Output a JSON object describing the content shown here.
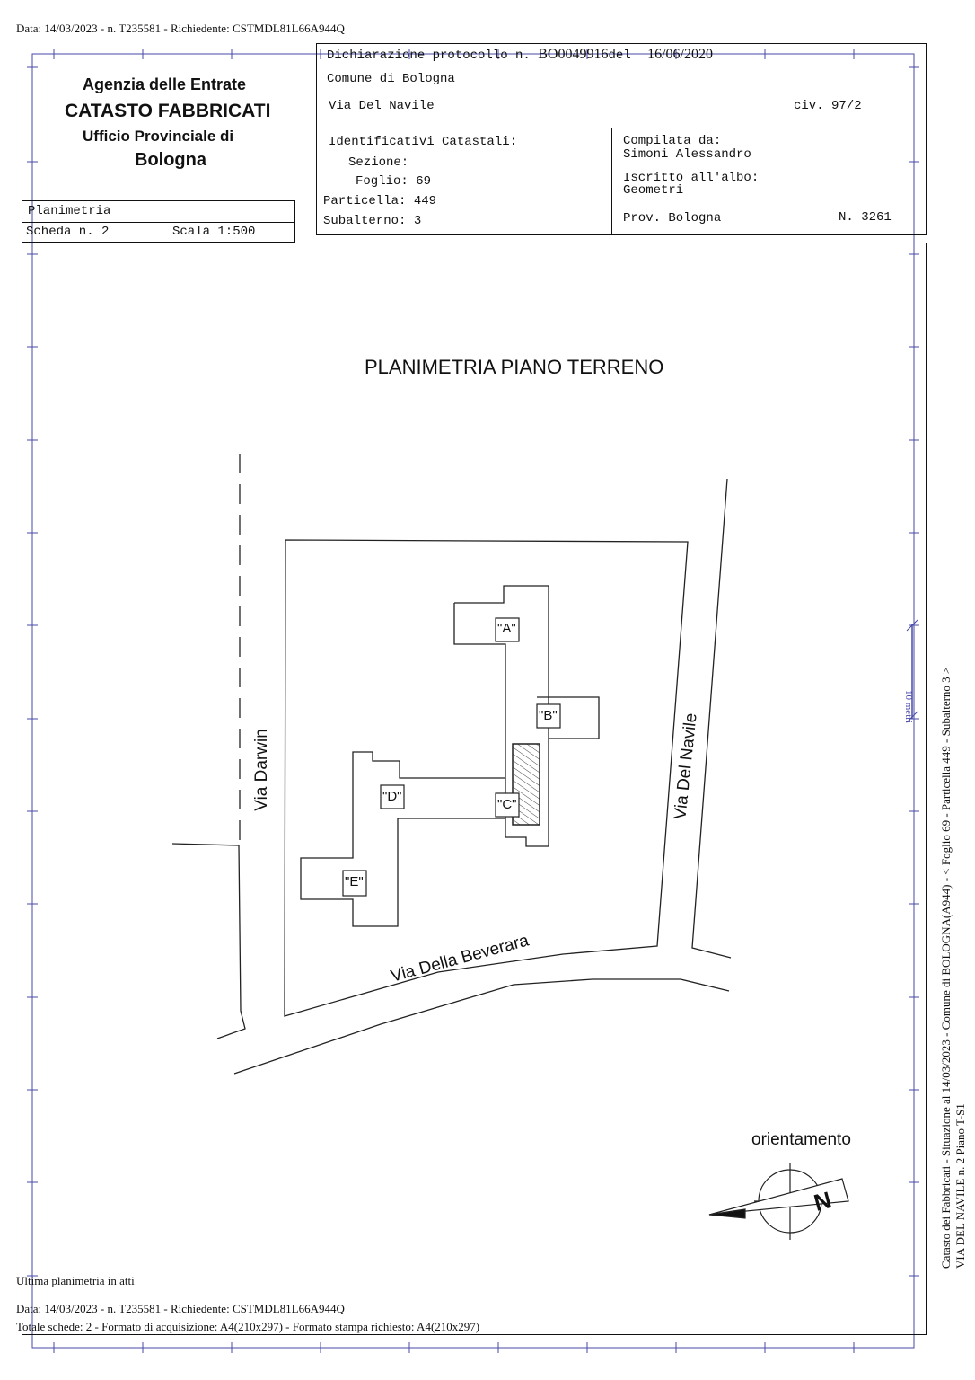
{
  "top_line": "Data: 14/03/2023 - n. T235581 - Richiedente: CSTMDL81L66A944Q",
  "agency": {
    "line1": "Agenzia delle Entrate",
    "line2": "CATASTO FABBRICATI",
    "line3": "Ufficio Provinciale di",
    "line4": "Bologna"
  },
  "declaration": {
    "label": "Dichiarazione protocollo n.",
    "protocol": "BO0049916",
    "del_label": "del",
    "date": "16/06/2020",
    "comune": "Comune di Bologna",
    "via": "Via Del Navile",
    "civico": "civ. 97/2"
  },
  "identifiers": {
    "title": "Identificativi Catastali:",
    "sezione": "Sezione:",
    "foglio": "Foglio: 69",
    "particella": "Particella: 449",
    "subalterno": "Subalterno: 3"
  },
  "compiler": {
    "compilata_label": "Compilata da:",
    "name": "Simoni Alessandro",
    "iscritto_label": "Iscritto all'albo:",
    "albo": "Geometri",
    "prov": "Prov. Bologna",
    "numero": "N. 3261"
  },
  "scheda": {
    "type": "Planimetria",
    "scheda": "Scheda n. 2",
    "scala": "Scala 1:500"
  },
  "plan": {
    "title": "PLANIMETRIA PIANO TERRENO",
    "streets": {
      "darwin": "Via Darwin",
      "navile": "Via Del Navile",
      "beverara": "Via Della Beverara"
    },
    "labels": [
      "\"A\"",
      "\"B\"",
      "\"C\"",
      "\"D\"",
      "\"E\""
    ],
    "orientation_label": "orientamento",
    "north_letter": "N"
  },
  "side_text": {
    "line1": "Catasto dei Fabbricati - Situazione al 14/03/2023 - Comune di BOLOGNA(A944) - < Foglio 69 - Particella 449 - Subalterno 3 >",
    "line2": "VIA DEL NAVILE n. 2 Piano T-S1",
    "stamp": "10 metri"
  },
  "footer": {
    "last": "Ultima planimetria in atti",
    "data": "Data: 14/03/2023 - n. T235581 - Richiedente: CSTMDL81L66A944Q",
    "totale": "Totale schede: 2 - Formato di acquisizione: A4(210x297)  - Formato stampa richiesto: A4(210x297)"
  }
}
